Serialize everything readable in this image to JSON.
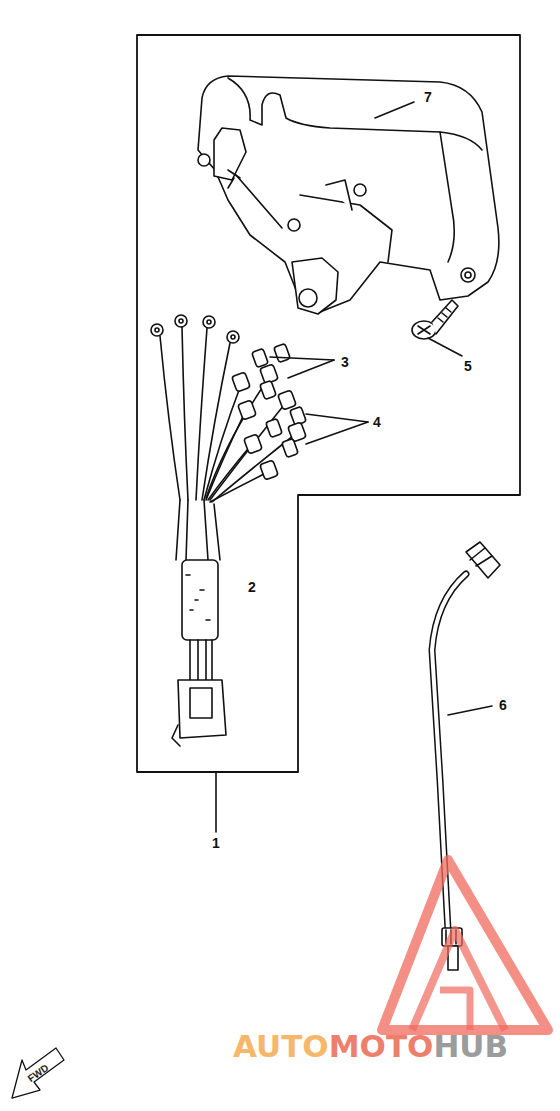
{
  "diagram": {
    "labels": [
      "7",
      "3",
      "4",
      "5",
      "2",
      "1",
      "6",
      "AUTO",
      "MOTO",
      "HUB",
      "FWD"
    ]
  }
}
